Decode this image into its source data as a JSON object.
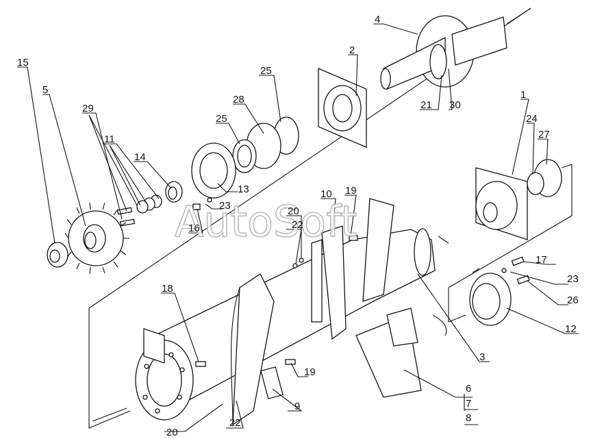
{
  "watermark": "AutoSoft",
  "labels": {
    "l1": "1",
    "l2": "2",
    "l3": "3",
    "l4": "4",
    "l5": "5",
    "l6": "6",
    "l7": "7",
    "l8": "8",
    "l9": "9",
    "l10": "10",
    "l11": "11",
    "l12": "12",
    "l13": "13",
    "l14": "14",
    "l15": "15",
    "l16": "16",
    "l17": "17",
    "l18": "18",
    "l19a": "19",
    "l19b": "19",
    "l20a": "20",
    "l20b": "20",
    "l21": "21",
    "l22a": "22",
    "l22b": "22",
    "l23a": "23",
    "l23b": "23",
    "l24": "24",
    "l25a": "25",
    "l25b": "25",
    "l26": "26",
    "l27": "27",
    "l28": "28",
    "l29": "29",
    "l30": "30"
  }
}
